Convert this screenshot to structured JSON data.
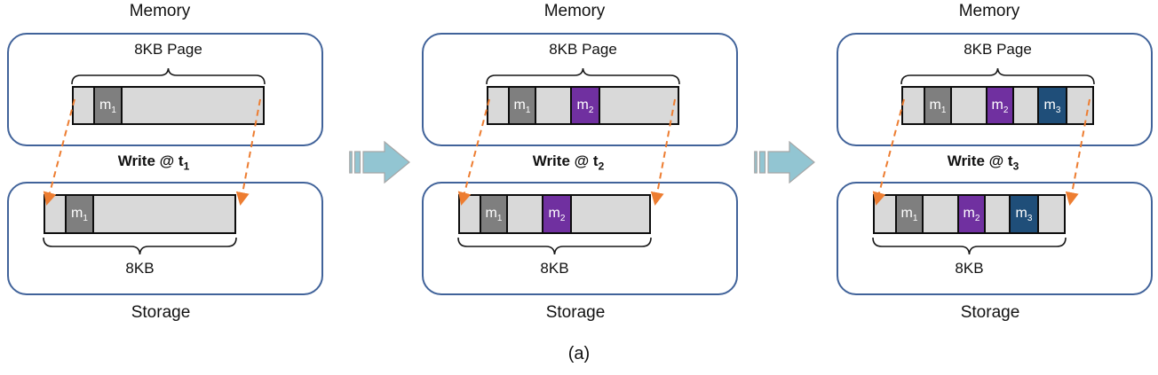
{
  "caption": "(a)",
  "colors": {
    "free_segment": "#d9d9d9",
    "m1": "#7f7f7f",
    "m2": "#7030a0",
    "m3": "#1f4e79",
    "bar_border": "#0d0d0d",
    "box_border": "#41639a",
    "dashed_arrow": "#ed7d31",
    "flow_arrow_fill": "#92c5d2",
    "flow_arrow_stroke": "#a6a6a6",
    "block_text": "#ffffff",
    "text": "#111111"
  },
  "panels": [
    {
      "memory_label": "Memory",
      "page_label": "8KB Page",
      "write_label": "Write @ t",
      "write_subscript": "1",
      "size_label": "8KB",
      "storage_label": "Storage",
      "segments": [
        {
          "kind": "free",
          "width": 22
        },
        {
          "kind": "modified",
          "label": "m",
          "subscript": "1",
          "color_key": "m1",
          "width": 33
        },
        {
          "kind": "free",
          "width": 162
        }
      ]
    },
    {
      "memory_label": "Memory",
      "page_label": "8KB Page",
      "write_label": "Write @ t",
      "write_subscript": "2",
      "size_label": "8KB",
      "storage_label": "Storage",
      "segments": [
        {
          "kind": "free",
          "width": 22
        },
        {
          "kind": "modified",
          "label": "m",
          "subscript": "1",
          "color_key": "m1",
          "width": 32
        },
        {
          "kind": "free",
          "width": 38
        },
        {
          "kind": "modified",
          "label": "m",
          "subscript": "2",
          "color_key": "m2",
          "width": 34
        },
        {
          "kind": "free",
          "width": 91
        }
      ]
    },
    {
      "memory_label": "Memory",
      "page_label": "8KB Page",
      "write_label": "Write @ t",
      "write_subscript": "3",
      "size_label": "8KB",
      "storage_label": "Storage",
      "segments": [
        {
          "kind": "free",
          "width": 23
        },
        {
          "kind": "modified",
          "label": "m",
          "subscript": "1",
          "color_key": "m1",
          "width": 32
        },
        {
          "kind": "free",
          "width": 38
        },
        {
          "kind": "modified",
          "label": "m",
          "subscript": "2",
          "color_key": "m2",
          "width": 32
        },
        {
          "kind": "free",
          "width": 26
        },
        {
          "kind": "modified",
          "label": "m",
          "subscript": "3",
          "color_key": "m3",
          "width": 34
        },
        {
          "kind": "free",
          "width": 32
        }
      ]
    }
  ],
  "flow_arrows": [
    {
      "name": "striped-right-arrow"
    },
    {
      "name": "striped-right-arrow"
    }
  ]
}
